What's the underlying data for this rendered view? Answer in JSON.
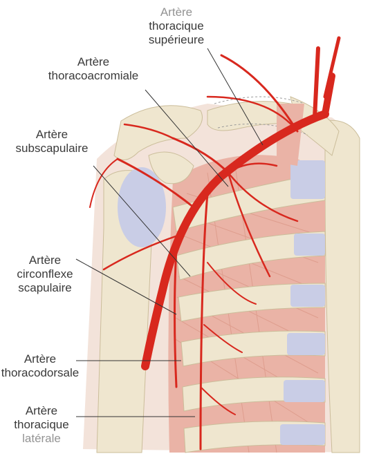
{
  "labels": {
    "thoracique_superieure": [
      "Artère",
      "thoracique",
      "supérieure"
    ],
    "thoracoacromiale": [
      "Artère",
      "thoracoacromiale"
    ],
    "subscapulaire": [
      "Artère",
      "subscapulaire"
    ],
    "circonflexe_scapulaire": [
      "Artère",
      "circonflexe",
      "scapulaire"
    ],
    "thoracodorsale": [
      "Artère",
      "thoracodorsale"
    ],
    "thoracique_laterale": [
      "Artère",
      "thoracique",
      "latérale"
    ]
  },
  "colors": {
    "artery": "#d8281e",
    "bone": "#efe6cf",
    "cartilage": "#c9cde6",
    "muscle": "#eab3a6",
    "leader": "#333333"
  }
}
